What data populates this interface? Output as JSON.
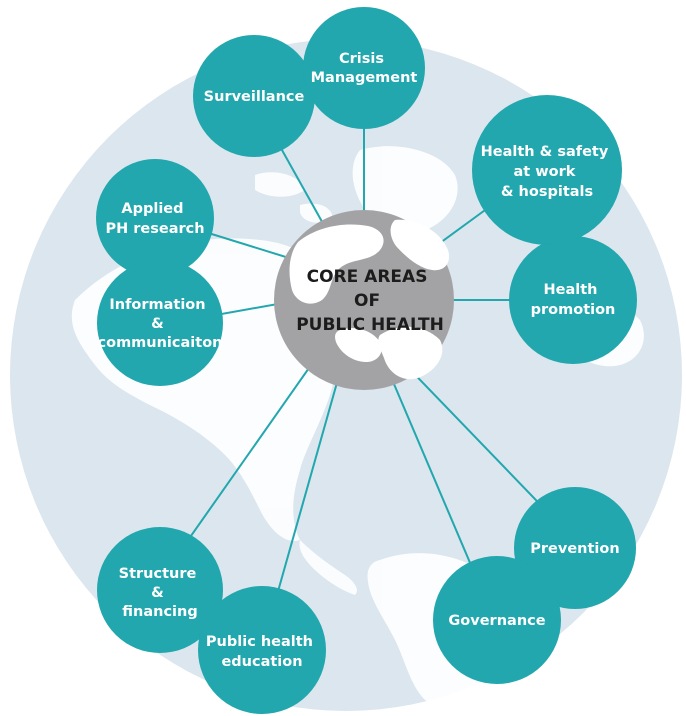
{
  "center": {
    "lines": [
      "CORE AREAS",
      "OF",
      "PUBLIC HEALTH"
    ]
  },
  "nodes": [
    {
      "id": "crisis-management",
      "lines": [
        "Crisis",
        "Management"
      ]
    },
    {
      "id": "surveillance",
      "lines": [
        "Surveillance"
      ]
    },
    {
      "id": "health-safety",
      "lines": [
        "Health & safety",
        "at work",
        "& hospitals"
      ]
    },
    {
      "id": "health-promotion",
      "lines": [
        "Health",
        "promotion"
      ]
    },
    {
      "id": "applied-ph-research",
      "lines": [
        "Applied",
        "PH research"
      ]
    },
    {
      "id": "information-communication",
      "lines": [
        "Information",
        "&",
        "communicaiton"
      ]
    },
    {
      "id": "prevention",
      "lines": [
        "Prevention"
      ]
    },
    {
      "id": "governance",
      "lines": [
        "Governance"
      ]
    },
    {
      "id": "structure-financing",
      "lines": [
        "Structure",
        "&",
        "financing"
      ]
    },
    {
      "id": "public-health-education",
      "lines": [
        "Public health",
        "education"
      ]
    }
  ],
  "colors": {
    "node": "#21a7ad",
    "globe": "#dbe6ee",
    "land": "#ffffff",
    "center": "#a3a3a5",
    "center_land": "#ffffff",
    "connector": "#21a7ad"
  }
}
